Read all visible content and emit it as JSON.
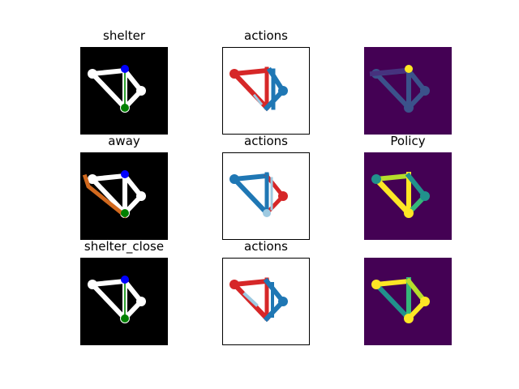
{
  "figure": {
    "panels": [
      {
        "id": "p00",
        "title": "shelter",
        "kind": "route",
        "route_id": "center-down"
      },
      {
        "id": "p01",
        "title": "actions",
        "kind": "actions",
        "variant": "a"
      },
      {
        "id": "p02",
        "title": "",
        "kind": "policy",
        "variant": "dim"
      },
      {
        "id": "p10",
        "title": "away",
        "kind": "route",
        "route_id": "left-diagonal"
      },
      {
        "id": "p11",
        "title": "actions",
        "kind": "actions",
        "variant": "b"
      },
      {
        "id": "p12",
        "title": "Policy",
        "kind": "policy",
        "variant": "bright"
      },
      {
        "id": "p20",
        "title": "shelter_close",
        "kind": "route",
        "route_id": "center-down"
      },
      {
        "id": "p21",
        "title": "actions",
        "kind": "actions",
        "variant": "c"
      },
      {
        "id": "p22",
        "title": "",
        "kind": "policy",
        "variant": "bright2"
      }
    ]
  },
  "chart_data": {
    "type": "heatmap",
    "layout": "3x3 grid of image panels",
    "titles": [
      "shelter",
      "actions",
      "",
      "away",
      "actions",
      "Policy",
      "shelter_close",
      "actions",
      ""
    ],
    "colors": {
      "maze_bg": "#000000",
      "maze_path": "#ffffff",
      "route_center": "#2ca02c",
      "route_away": "#d2691e",
      "start_marker": "#0000ff",
      "goal_marker": "#008000",
      "action_red": "#d62728",
      "action_blue": "#1f77b4",
      "action_lightblue": "#9ecae1",
      "policy_bg": "#440154",
      "policy_high": "#fde725",
      "policy_mid": "#21918c",
      "policy_low": "#3b528b"
    }
  }
}
